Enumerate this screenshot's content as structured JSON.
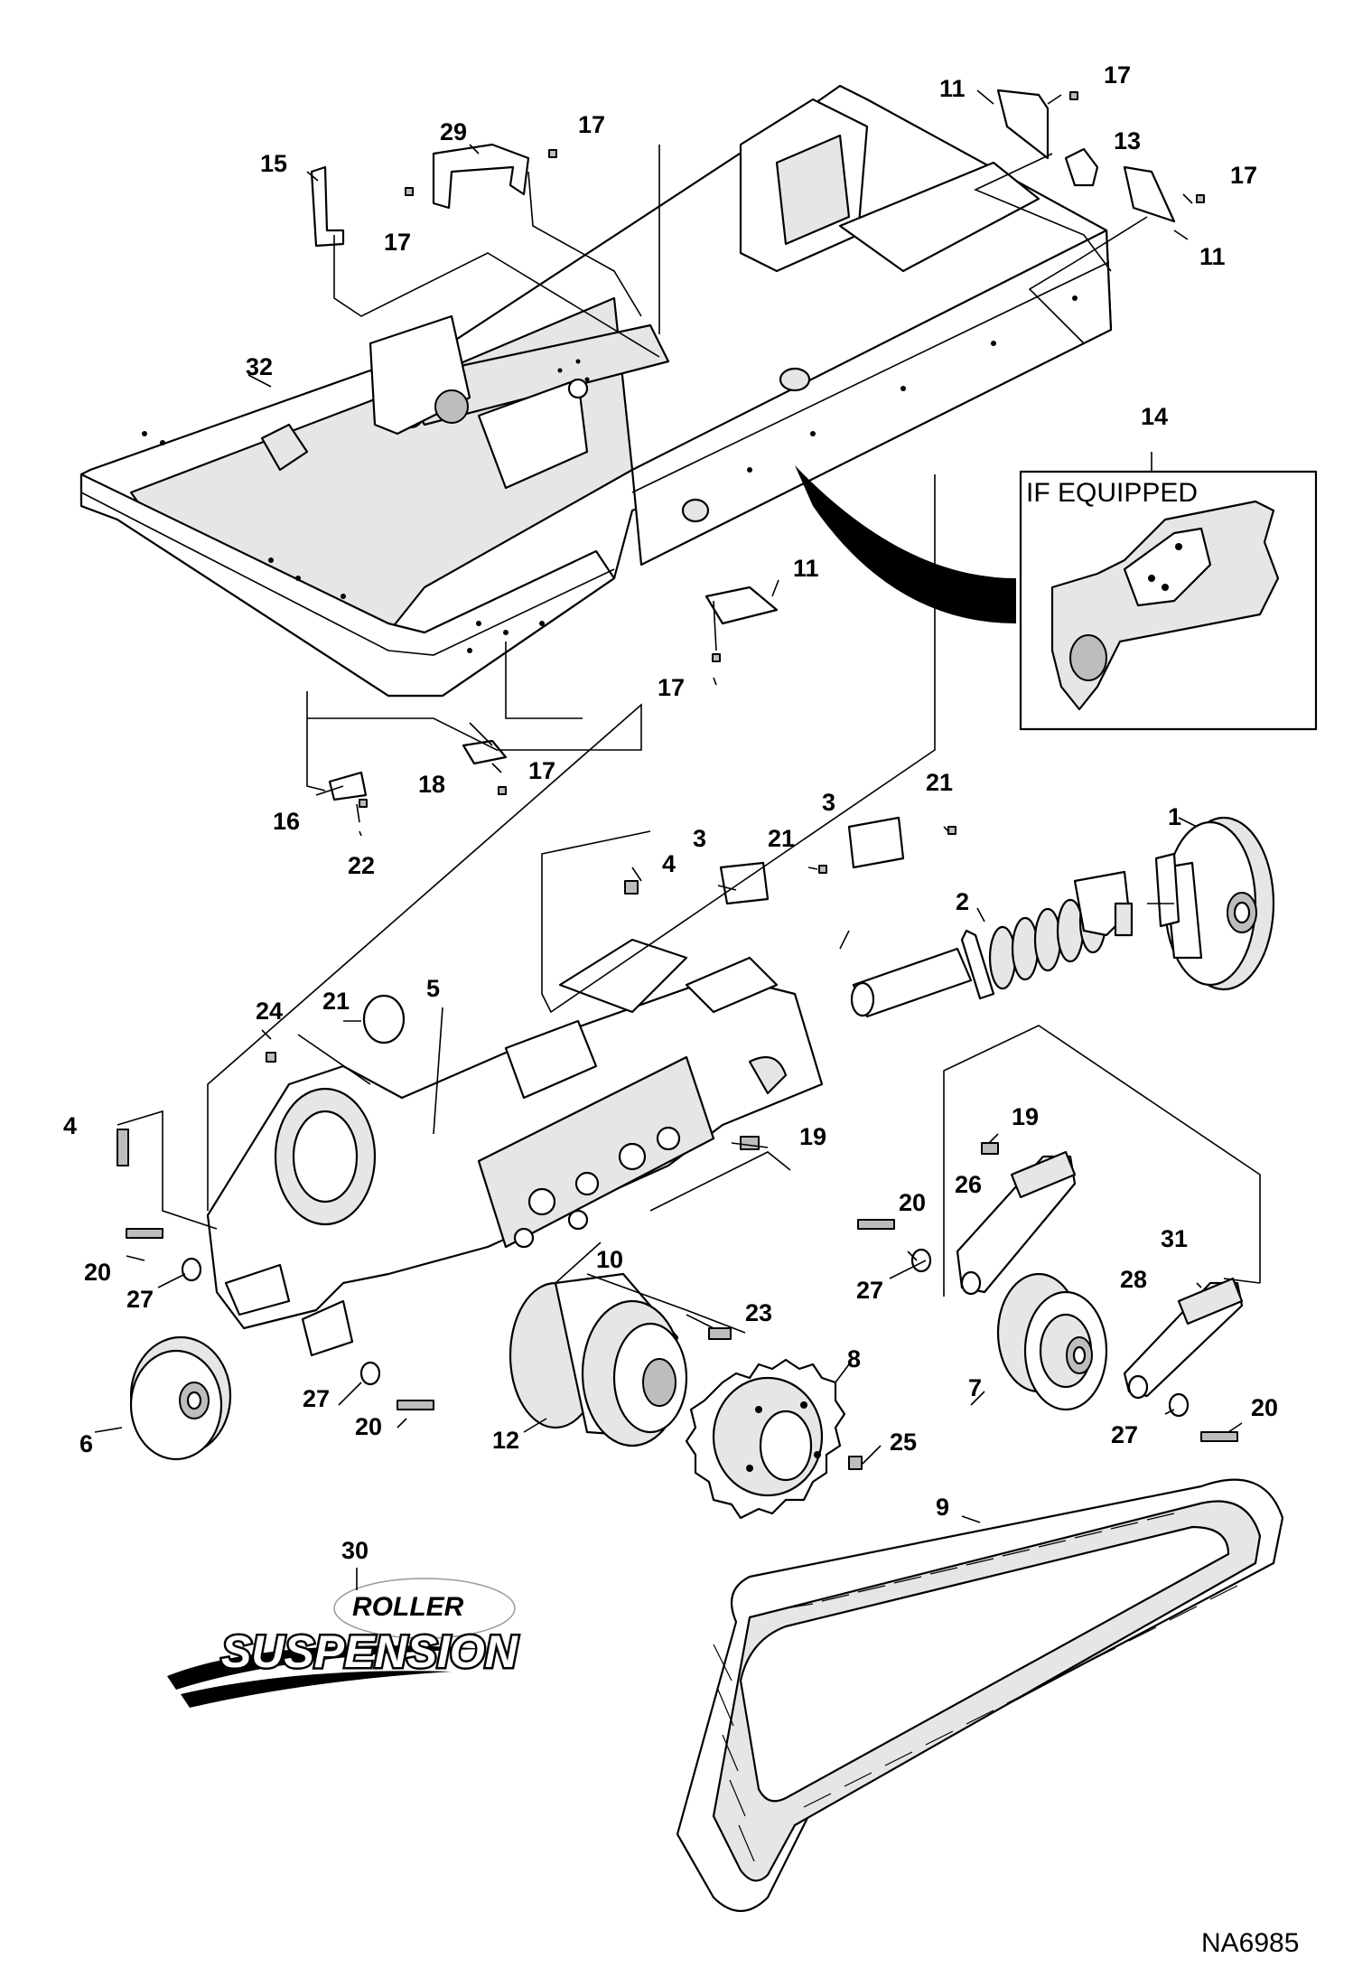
{
  "figure_id": "NA6985",
  "inset": {
    "title": "IF EQUIPPED",
    "callout": "14"
  },
  "logo": {
    "text_top": "ROLLER",
    "text_main": "SUSPENSION",
    "callout": "30"
  },
  "callouts": {
    "c1": "1",
    "c2": "2",
    "c3a": "3",
    "c3b": "3",
    "c4a": "4",
    "c4b": "4",
    "c5": "5",
    "c6": "6",
    "c7": "7",
    "c8": "8",
    "c9": "9",
    "c10": "10",
    "c11a": "11",
    "c11b": "11",
    "c11c": "11",
    "c12": "12",
    "c13": "13",
    "c15": "15",
    "c16": "16",
    "c17a": "17",
    "c17b": "17",
    "c17c": "17",
    "c17d": "17",
    "c17e": "17",
    "c17f": "17",
    "c18": "18",
    "c19a": "19",
    "c19b": "19",
    "c20a": "20",
    "c20b": "20",
    "c20c": "20",
    "c20d": "20",
    "c21a": "21",
    "c21b": "21",
    "c21c": "21",
    "c22": "22",
    "c23": "23",
    "c24": "24",
    "c25": "25",
    "c26": "26",
    "c27a": "27",
    "c27b": "27",
    "c27c": "27",
    "c27d": "27",
    "c28": "28",
    "c29": "29",
    "c31": "31",
    "c32": "32"
  }
}
